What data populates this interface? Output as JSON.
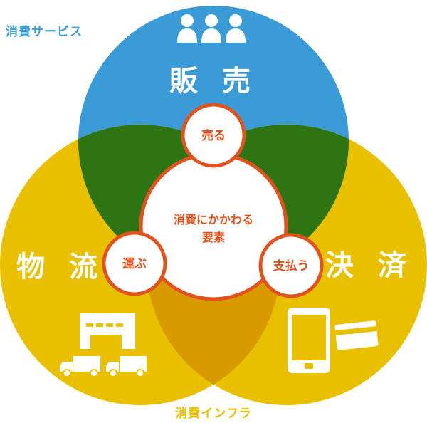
{
  "labels": {
    "consumer_services": "消費サービス",
    "consumer_infra": "消費インフラ",
    "sales": "販 売",
    "logistics": "物 流",
    "payment": "決 済",
    "center": [
      "消費にかかわる",
      "要素"
    ],
    "sell": "売る",
    "carry": "運ぶ",
    "pay": "支払う"
  },
  "colors": {
    "blue": "#3a9bd6",
    "yellow": "#e8c000",
    "green": "#2f7412",
    "overlap_bottom": "#d99a00",
    "orange": "#e0531e",
    "white": "#ffffff"
  },
  "icons": [
    "people-icon",
    "warehouse-icon",
    "truck-icon",
    "smartphone-icon",
    "card-icon"
  ]
}
